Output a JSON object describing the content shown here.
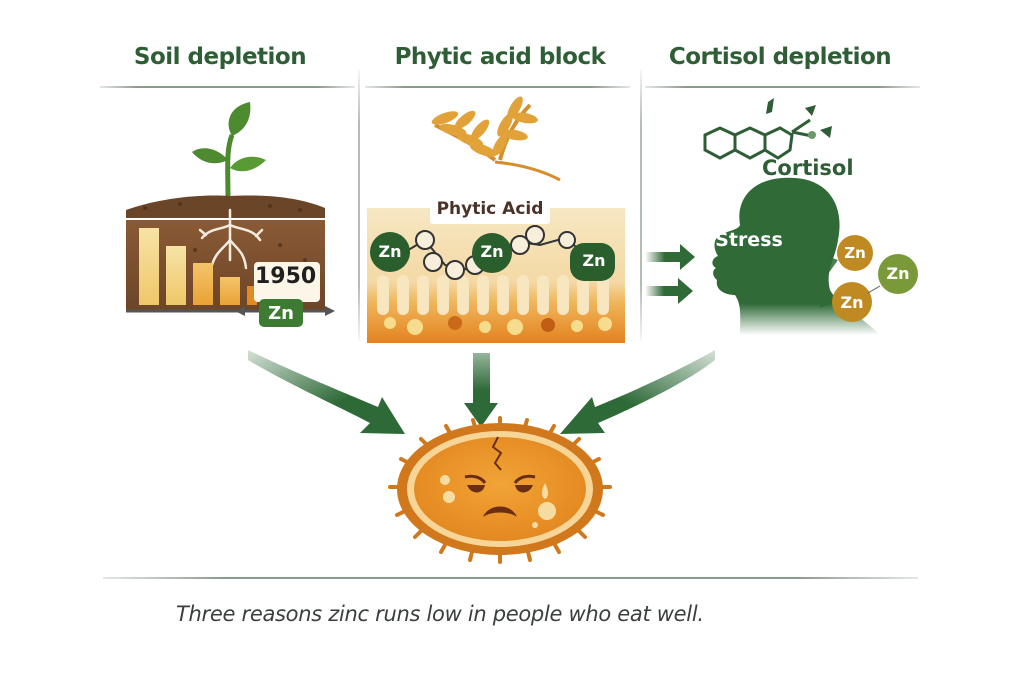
{
  "panels": [
    {
      "heading": "Soil depletion",
      "year_label": "1950",
      "element_label": "Zn"
    },
    {
      "heading": "Phytic acid block",
      "compound_label": "Phytic Acid",
      "element_labels": [
        "Zn",
        "Zn",
        "Zn"
      ]
    },
    {
      "heading": "Cortisol depletion",
      "hormone_label": "Cortisol",
      "head_label": "Stress",
      "element_labels": [
        "Zn",
        "Zn",
        "Zn"
      ]
    }
  ],
  "caption": "Three reasons zinc runs low in people who eat well.",
  "colors": {
    "heading_green": "#2f5e36",
    "arrow_green": "#2e6a38",
    "zn_badge_green": "#3d7a32",
    "zn_badge_dark": "#2a5e2c",
    "zn_ochre": "#c08a22",
    "zn_olive": "#7a9a3a",
    "soil_brown": "#7a4f2e",
    "wheat_gold": "#e2a23a",
    "cell_orange": "#e58a24"
  }
}
